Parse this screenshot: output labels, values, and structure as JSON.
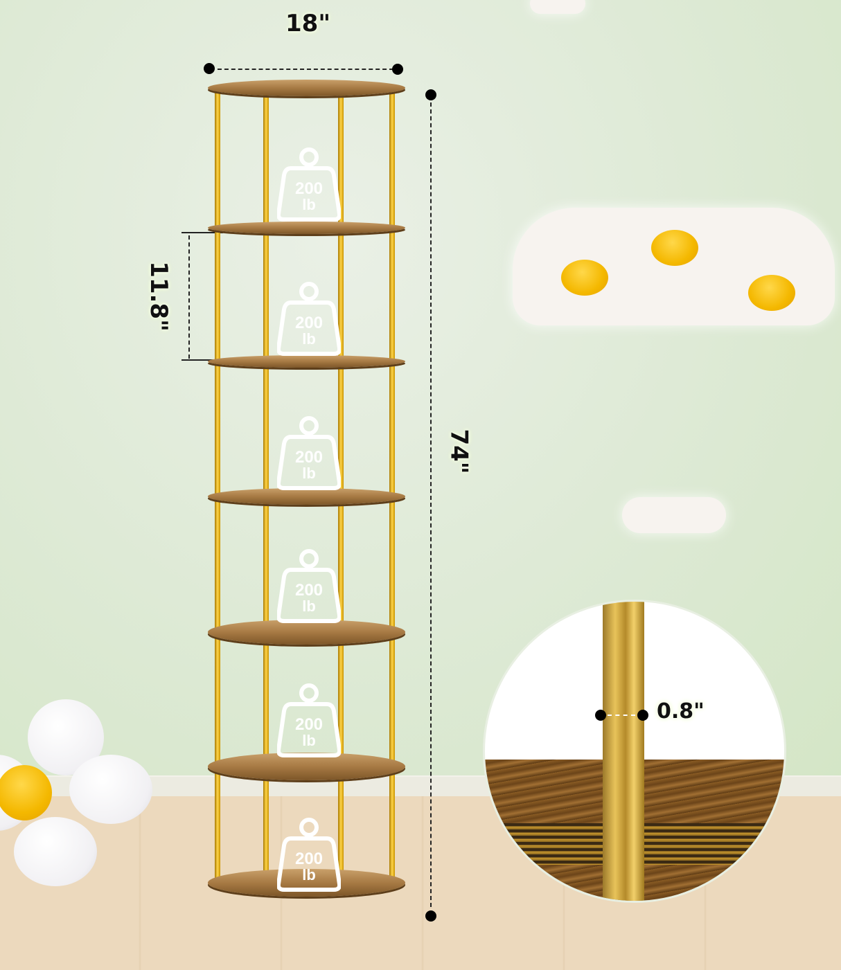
{
  "scene": {
    "subject": "rotating shoe tower rack",
    "background_colors": {
      "wall": "#dde9d3",
      "floor": "#ecd9bd",
      "cloud": "#f7f3ef",
      "yolk": "#f4b800",
      "metal": "#d9a820",
      "wood": "#a77a44"
    }
  },
  "dimensions": {
    "width_label": "18\"",
    "shelf_spacing_label": "11.8\"",
    "height_label": "74\"",
    "pole_diameter_label": "0.8\""
  },
  "tiers": [
    {
      "capacity": "200",
      "unit": "lb"
    },
    {
      "capacity": "200",
      "unit": "lb"
    },
    {
      "capacity": "200",
      "unit": "lb"
    },
    {
      "capacity": "200",
      "unit": "lb"
    },
    {
      "capacity": "200",
      "unit": "lb"
    },
    {
      "capacity": "200",
      "unit": "lb"
    }
  ],
  "icons": {
    "weight": "weight-capacity-icon"
  }
}
